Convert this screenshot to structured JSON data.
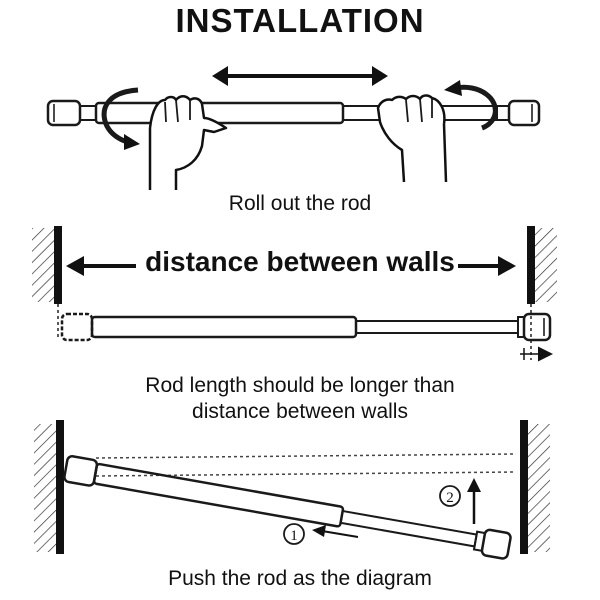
{
  "title": "INSTALLATION",
  "steps": {
    "step1": "Roll out the rod",
    "distance_label": "distance between walls",
    "step2_line1": "Rod length should be longer than",
    "step2_line2": "distance between walls",
    "step3": "Push the rod as the diagram",
    "marker_1": "1",
    "marker_2": "2"
  },
  "icons": [
    "double-arrow-icon",
    "rotate-arrow-icon",
    "hand-icon",
    "wall-hatch-icon",
    "arrow-left-icon",
    "arrow-up-icon"
  ]
}
